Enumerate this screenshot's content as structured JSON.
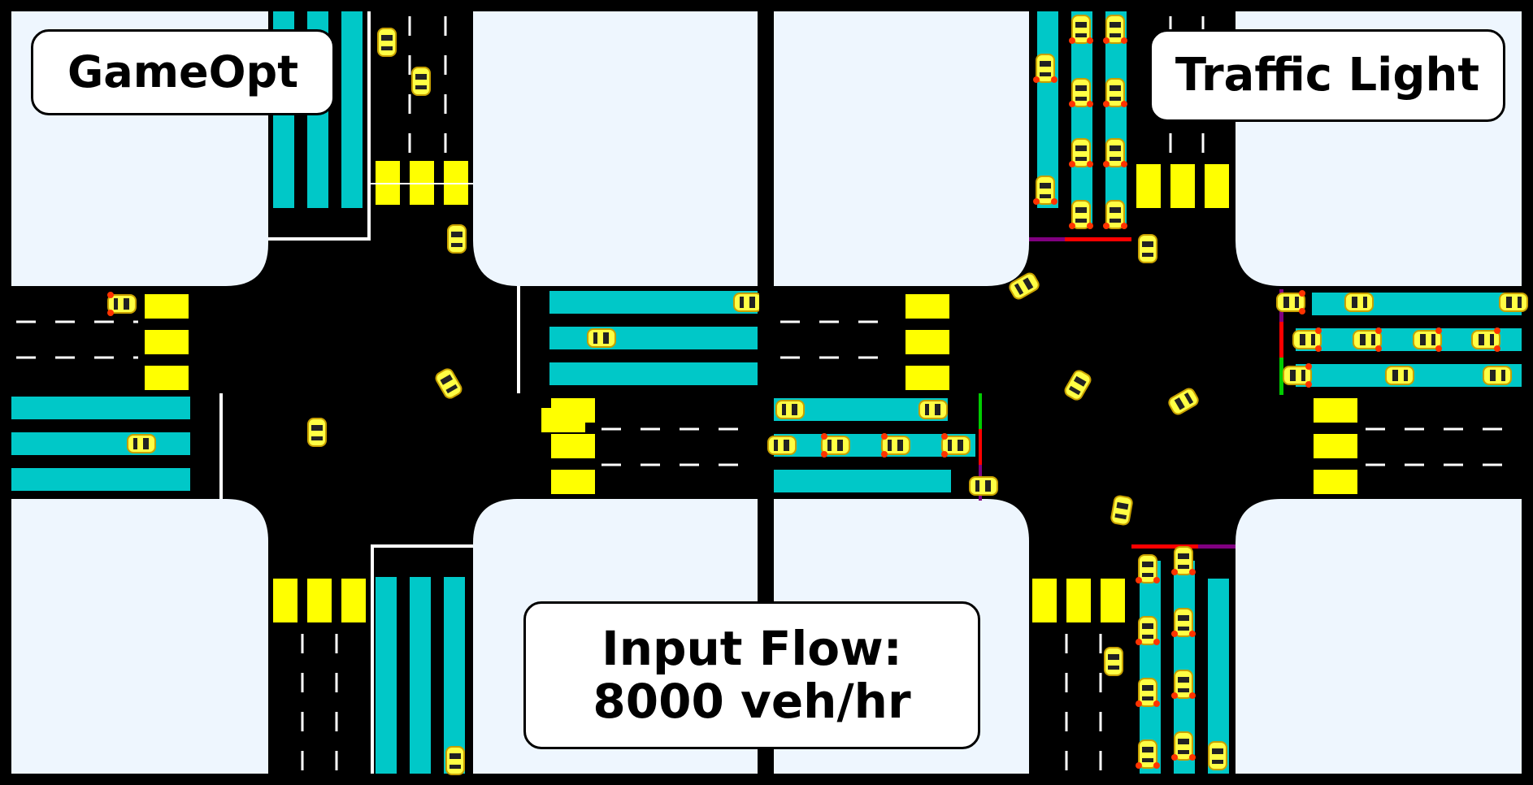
{
  "labels": {
    "left_panel": "GameOpt",
    "right_panel": "Traffic Light",
    "flow_line1": "Input Flow:",
    "flow_line2": "8000 veh/hr"
  },
  "colors": {
    "background_block": "#eef6fe",
    "road": "#000000",
    "queue_lane": "#00c8c8",
    "crosswalk": "#ffff00",
    "vehicle": "#ffff33",
    "brake_light": "#ff3300",
    "signal_red": "#ff0000",
    "signal_green": "#00cc00",
    "signal_purple": "#800080",
    "frame": "#000000"
  },
  "panels": [
    {
      "name": "GameOpt"
    },
    {
      "name": "Traffic Light"
    }
  ]
}
